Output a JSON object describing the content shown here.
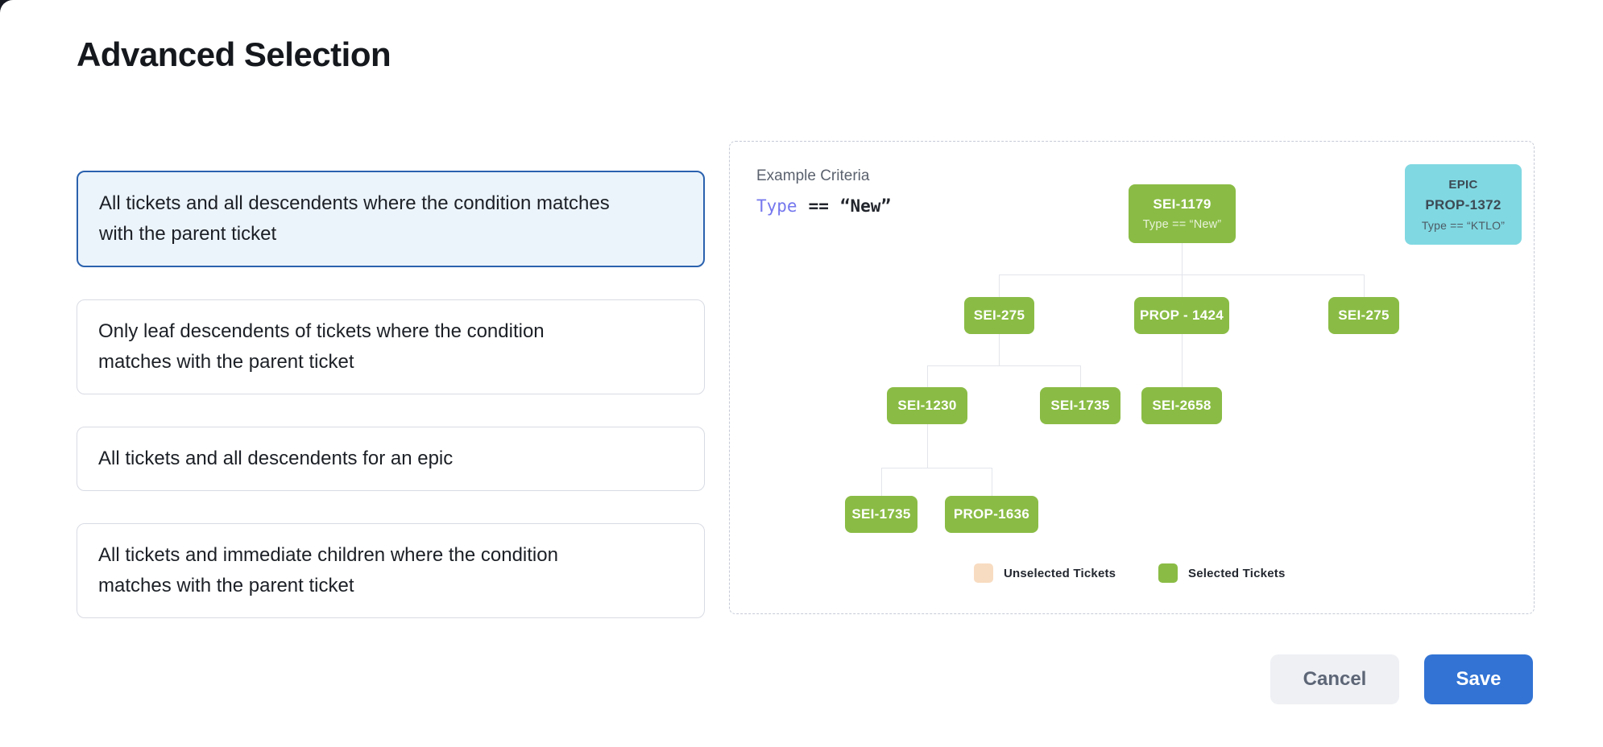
{
  "page": {
    "title": "Advanced Selection"
  },
  "options": [
    {
      "label": "All tickets and all descendents where the condition matches with the parent ticket",
      "selected": true
    },
    {
      "label": "Only leaf descendents of tickets where the condition matches with the parent ticket",
      "selected": false
    },
    {
      "label": "All tickets and all descendents for an epic",
      "selected": false
    },
    {
      "label": "All tickets and immediate children where the condition matches with the parent ticket",
      "selected": false
    }
  ],
  "example_panel": {
    "heading": "Example Criteria",
    "criteria": {
      "field": "Type",
      "operator": "==",
      "value": "“New”"
    },
    "epic_card": {
      "line1": "EPIC",
      "line2": "PROP-1372",
      "line3": "Type == “KTLO”"
    },
    "tree": {
      "nodes": [
        {
          "label": "SEI-1179",
          "sub": "Type == “New”"
        },
        {
          "label": "SEI-275"
        },
        {
          "label": "PROP - 1424"
        },
        {
          "label": "SEI-275"
        },
        {
          "label": "SEI-1230"
        },
        {
          "label": "SEI-1735"
        },
        {
          "label": "SEI-2658"
        },
        {
          "label": "SEI-1735"
        },
        {
          "label": "PROP-1636"
        }
      ]
    },
    "legend": [
      {
        "label": "Unselected Tickets",
        "color": "#f8dcc1"
      },
      {
        "label": "Selected Tickets",
        "color": "#8abc45"
      }
    ]
  },
  "actions": {
    "cancel": "Cancel",
    "save": "Save"
  },
  "colors": {
    "selected_card_border": "#2a61ae",
    "selected_card_bg": "#ecf4fb",
    "node_green": "#8abc45",
    "epic_cyan": "#80d8e2",
    "criteria_field_purple": "#7577ee",
    "save_blue": "#3273d4",
    "unselected_peach": "#f8dcc1"
  }
}
